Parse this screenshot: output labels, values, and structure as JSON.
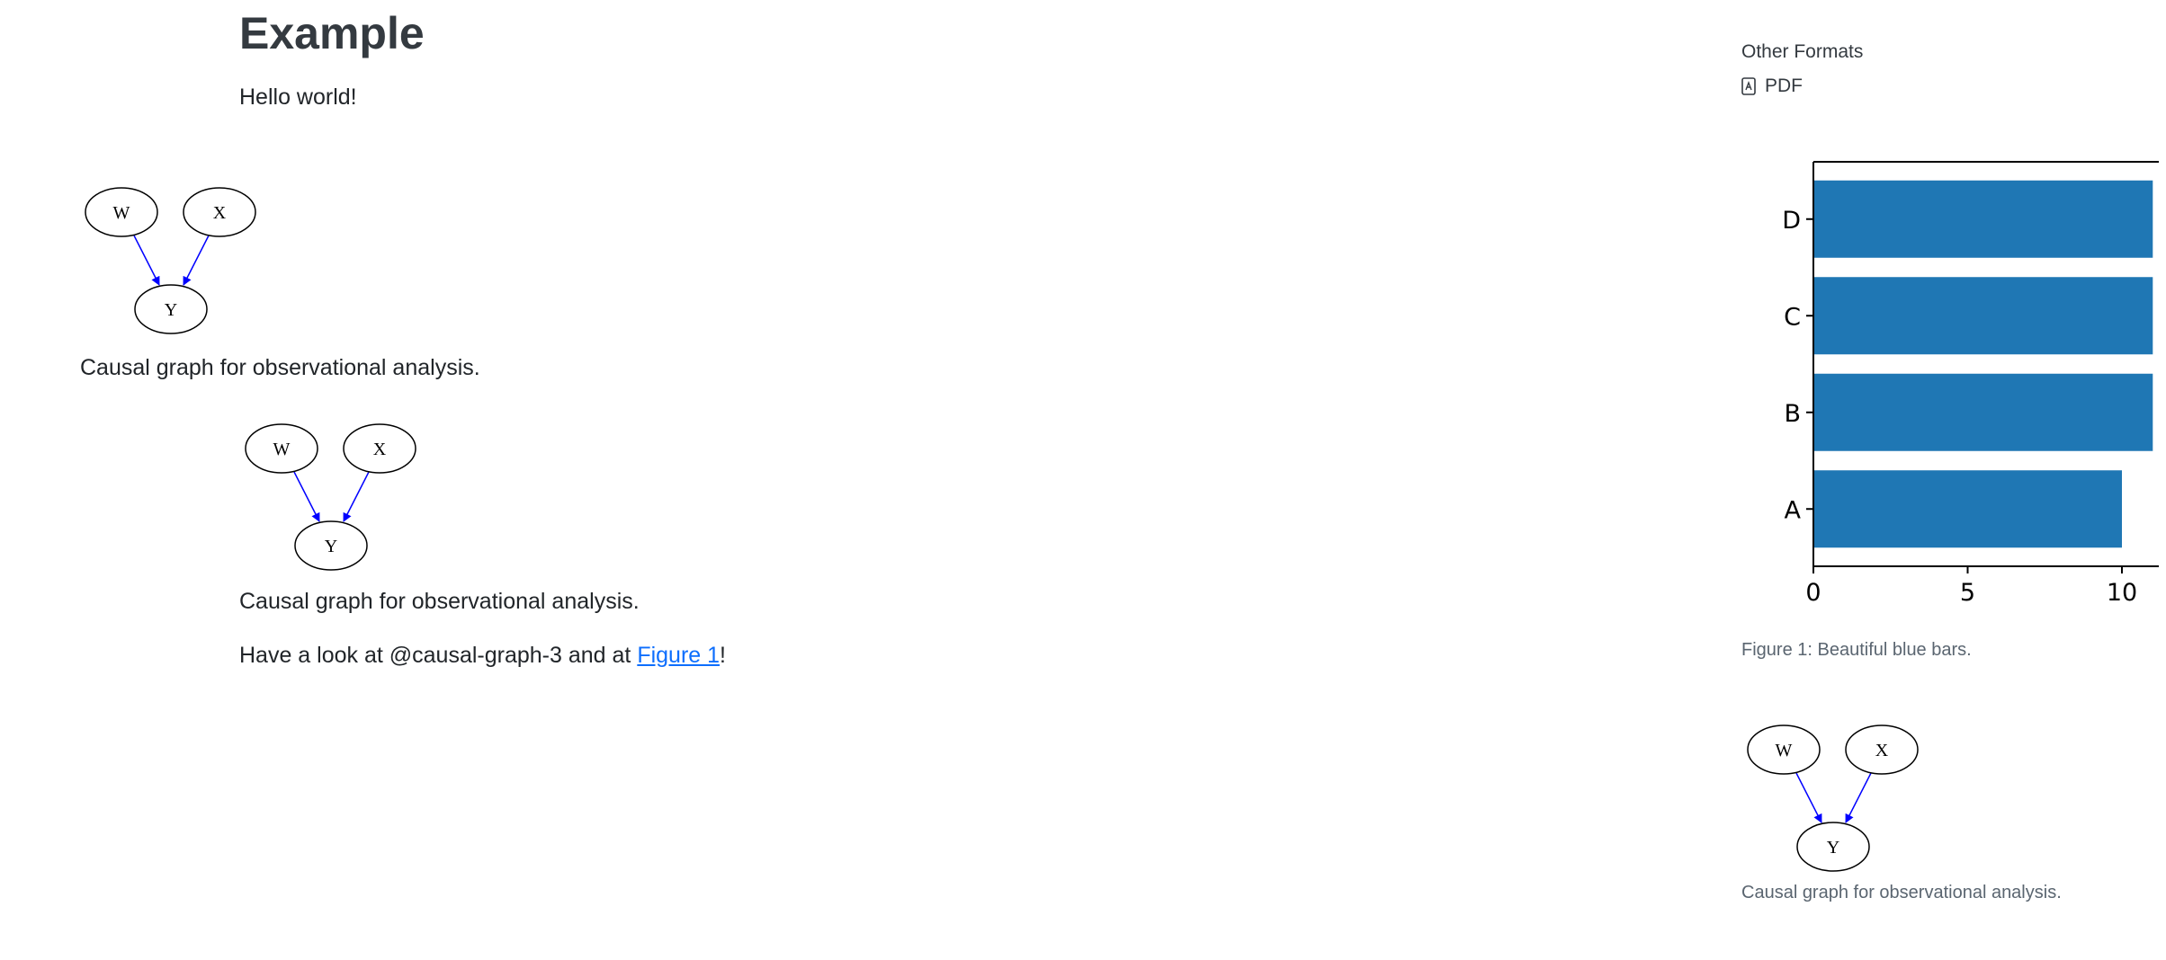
{
  "page": {
    "title": "Example",
    "hello": "Hello world!",
    "caption_graph_1": "Causal graph for observational analysis.",
    "caption_graph_2": "Causal graph for observational analysis.",
    "lookat_prefix": "Have a look at @causal-graph-3 and at ",
    "figure_link": "Figure 1",
    "lookat_suffix": "!"
  },
  "margin": {
    "heading": "Other Formats",
    "pdf_label": "PDF",
    "pdf_icon": "file-pdf-icon",
    "figure_caption": "Figure 1: Beautiful blue bars.",
    "graph_caption": "Causal graph for observational analysis."
  },
  "graph": {
    "nodes": [
      "W",
      "X",
      "Y"
    ],
    "edge_color": "#0000ff"
  },
  "chart_data": {
    "type": "bar",
    "orientation": "horizontal",
    "categories": [
      "A",
      "B",
      "C",
      "D"
    ],
    "values": [
      10,
      11,
      11,
      11
    ],
    "xticks": [
      0,
      5,
      10
    ],
    "title": "",
    "xlabel": "",
    "ylabel": "",
    "color": "#1f77b4",
    "grid": false
  }
}
